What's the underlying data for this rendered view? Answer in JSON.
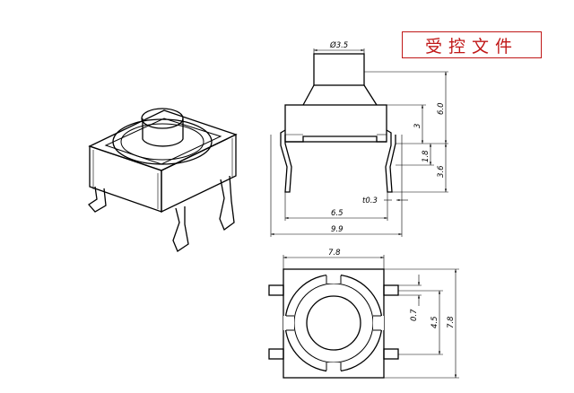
{
  "stamp": {
    "text": "受控文件",
    "color": "#c01818"
  },
  "side_view": {
    "dims": {
      "plunger_diameter": "Ø3.5",
      "total_height": "6.0",
      "body_height": "3",
      "leg_step": "1.8",
      "leg_length": "3.6",
      "leg_thickness": "t0.3",
      "leg_inner_span": "6.5",
      "leg_outer_span": "9.9"
    }
  },
  "bottom_view": {
    "dims": {
      "body_width": "7.8",
      "body_depth": "7.8",
      "pin_pitch": "4.5",
      "pin_width": "0.7"
    }
  }
}
